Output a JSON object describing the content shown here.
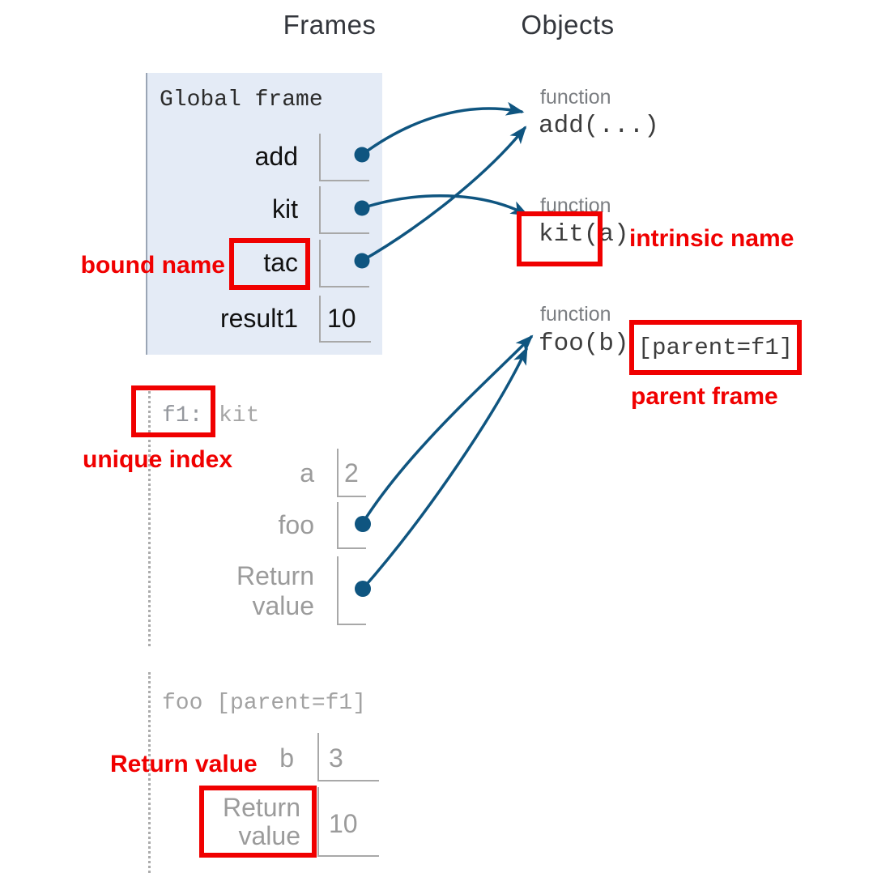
{
  "titles": {
    "frames": "Frames",
    "objects": "Objects"
  },
  "global_frame": {
    "header": "Global frame",
    "vars": [
      {
        "name": "add",
        "value": ""
      },
      {
        "name": "kit",
        "value": ""
      },
      {
        "name": "tac",
        "value": ""
      },
      {
        "name": "result1",
        "value": "10"
      }
    ]
  },
  "f1_frame": {
    "index": "f1:",
    "name": "kit",
    "vars": [
      {
        "name": "a",
        "value": "2"
      },
      {
        "name": "foo",
        "value": ""
      },
      {
        "name": "Return value",
        "value": ""
      }
    ]
  },
  "foo_frame": {
    "header": "foo [parent=f1]",
    "vars": [
      {
        "name": "b",
        "value": "3"
      },
      {
        "name": "Return value",
        "value": "10"
      }
    ]
  },
  "objects": [
    {
      "type_label": "function",
      "signature": "add(...)"
    },
    {
      "type_label": "function",
      "signature": "kit(a)"
    },
    {
      "type_label": "function",
      "signature": "foo(b)",
      "parent_tag": "[parent=f1]"
    }
  ],
  "annotations": {
    "bound_name": "bound name",
    "unique_index": "unique index",
    "intrinsic_name": "intrinsic name",
    "parent_frame": "parent frame",
    "return_value": "Return value"
  },
  "colors": {
    "arrow": "#0f5580",
    "frame_bg": "#e4ebf6",
    "red": "#f00000",
    "grey_text": "#9b9b9b",
    "dark_text": "#1e1e1e",
    "slot_line": "#a8a8a8",
    "function_label": "#7a7d81",
    "object_text": "#3d3d3d",
    "header_grey": "#95989e"
  }
}
